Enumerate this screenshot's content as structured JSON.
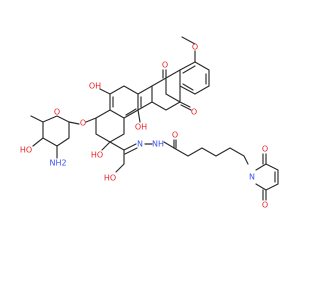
{
  "colors": {
    "bond": "#2a2a2a",
    "oxygen": "#e8232a",
    "nitrogen": "#3a50f0",
    "background": "#ffffff"
  },
  "labels": {
    "o": "O",
    "oh": "OH",
    "ho": "HO",
    "n": "N",
    "nh": "NH",
    "nh2": "NH2",
    "nh_hydrazone": "N",
    "h_sub": "H",
    "methyl": ""
  }
}
